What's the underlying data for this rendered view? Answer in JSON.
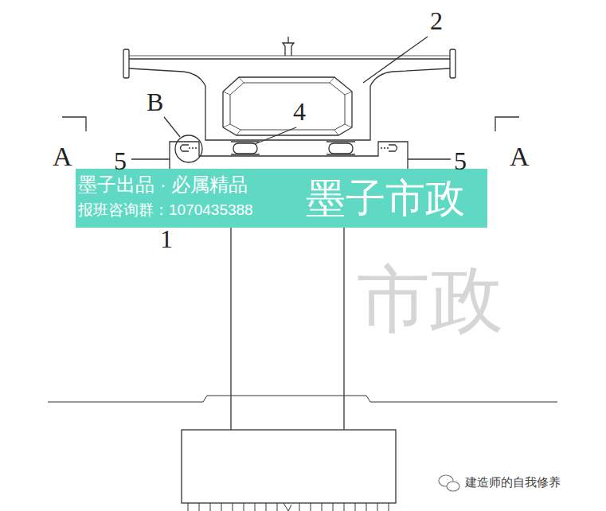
{
  "diagram": {
    "labels": [
      "2",
      "B",
      "4",
      "A",
      "A",
      "5",
      "5",
      "墨子出品 · 必属精品",
      "报班咨询群：1070435388",
      "墨子市政",
      "1",
      "市政",
      "建造师的自我修养"
    ]
  }
}
